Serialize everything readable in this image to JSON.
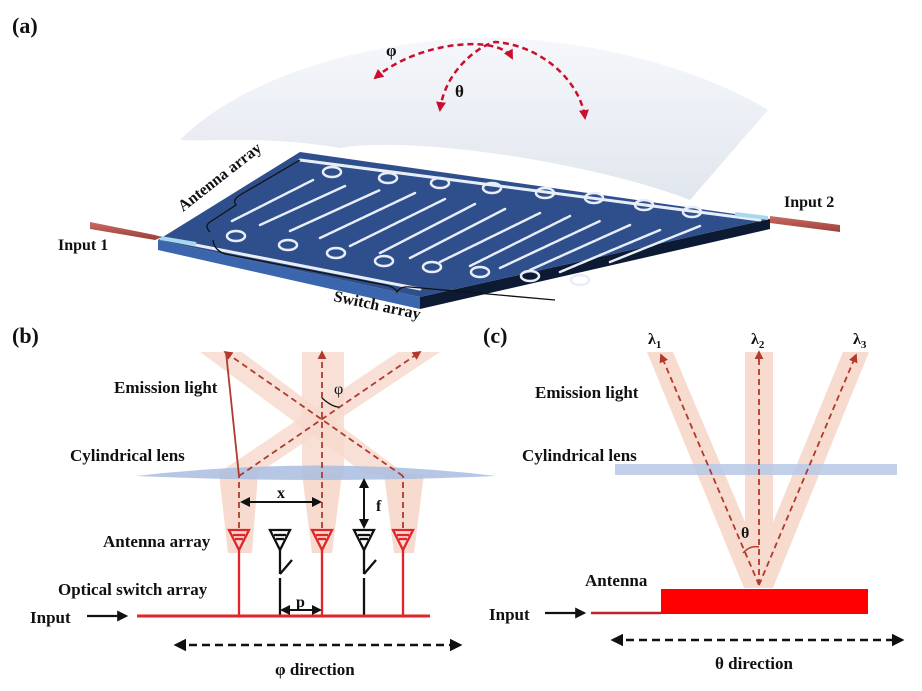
{
  "figure": {
    "panel_a": {
      "label": "(a)",
      "input1": "Input 1",
      "input2": "Input 2",
      "antenna_array": "Antenna array",
      "switch_array": "Switch array",
      "phi": "φ",
      "theta": "θ",
      "colors": {
        "substrate": "#2f4f8c",
        "substrate_side": "#3b66ad",
        "waveguide": "#e8eef7",
        "fiber": "#b5524e",
        "lens": "#e3e8f0",
        "arrow": "#c8102e"
      }
    },
    "panel_b": {
      "label": "(b)",
      "emission_light": "Emission light",
      "cylindrical_lens": "Cylindrical lens",
      "antenna_array": "Antenna array",
      "optical_switch_array": "Optical switch array",
      "input": "Input",
      "x": "x",
      "f": "f",
      "p": "p",
      "phi": "φ",
      "direction": "φ direction",
      "colors": {
        "beam": "#f6cfc0",
        "ray": "#c0392b",
        "active": "#e0262b",
        "inactive": "#111111",
        "lens": "#a9bde0"
      }
    },
    "panel_c": {
      "label": "(c)",
      "lambda1": "λ",
      "lambda1_sub": "1",
      "lambda2": "λ",
      "lambda2_sub": "2",
      "lambda3": "λ",
      "lambda3_sub": "3",
      "emission_light": "Emission light",
      "cylindrical_lens": "Cylindrical lens",
      "antenna": "Antenna",
      "input": "Input",
      "theta": "θ",
      "direction": "θ direction",
      "colors": {
        "beam": "#f6cfc0",
        "ray": "#c0392b",
        "antenna": "#ff0000",
        "lens": "#b7c8e6"
      }
    }
  }
}
